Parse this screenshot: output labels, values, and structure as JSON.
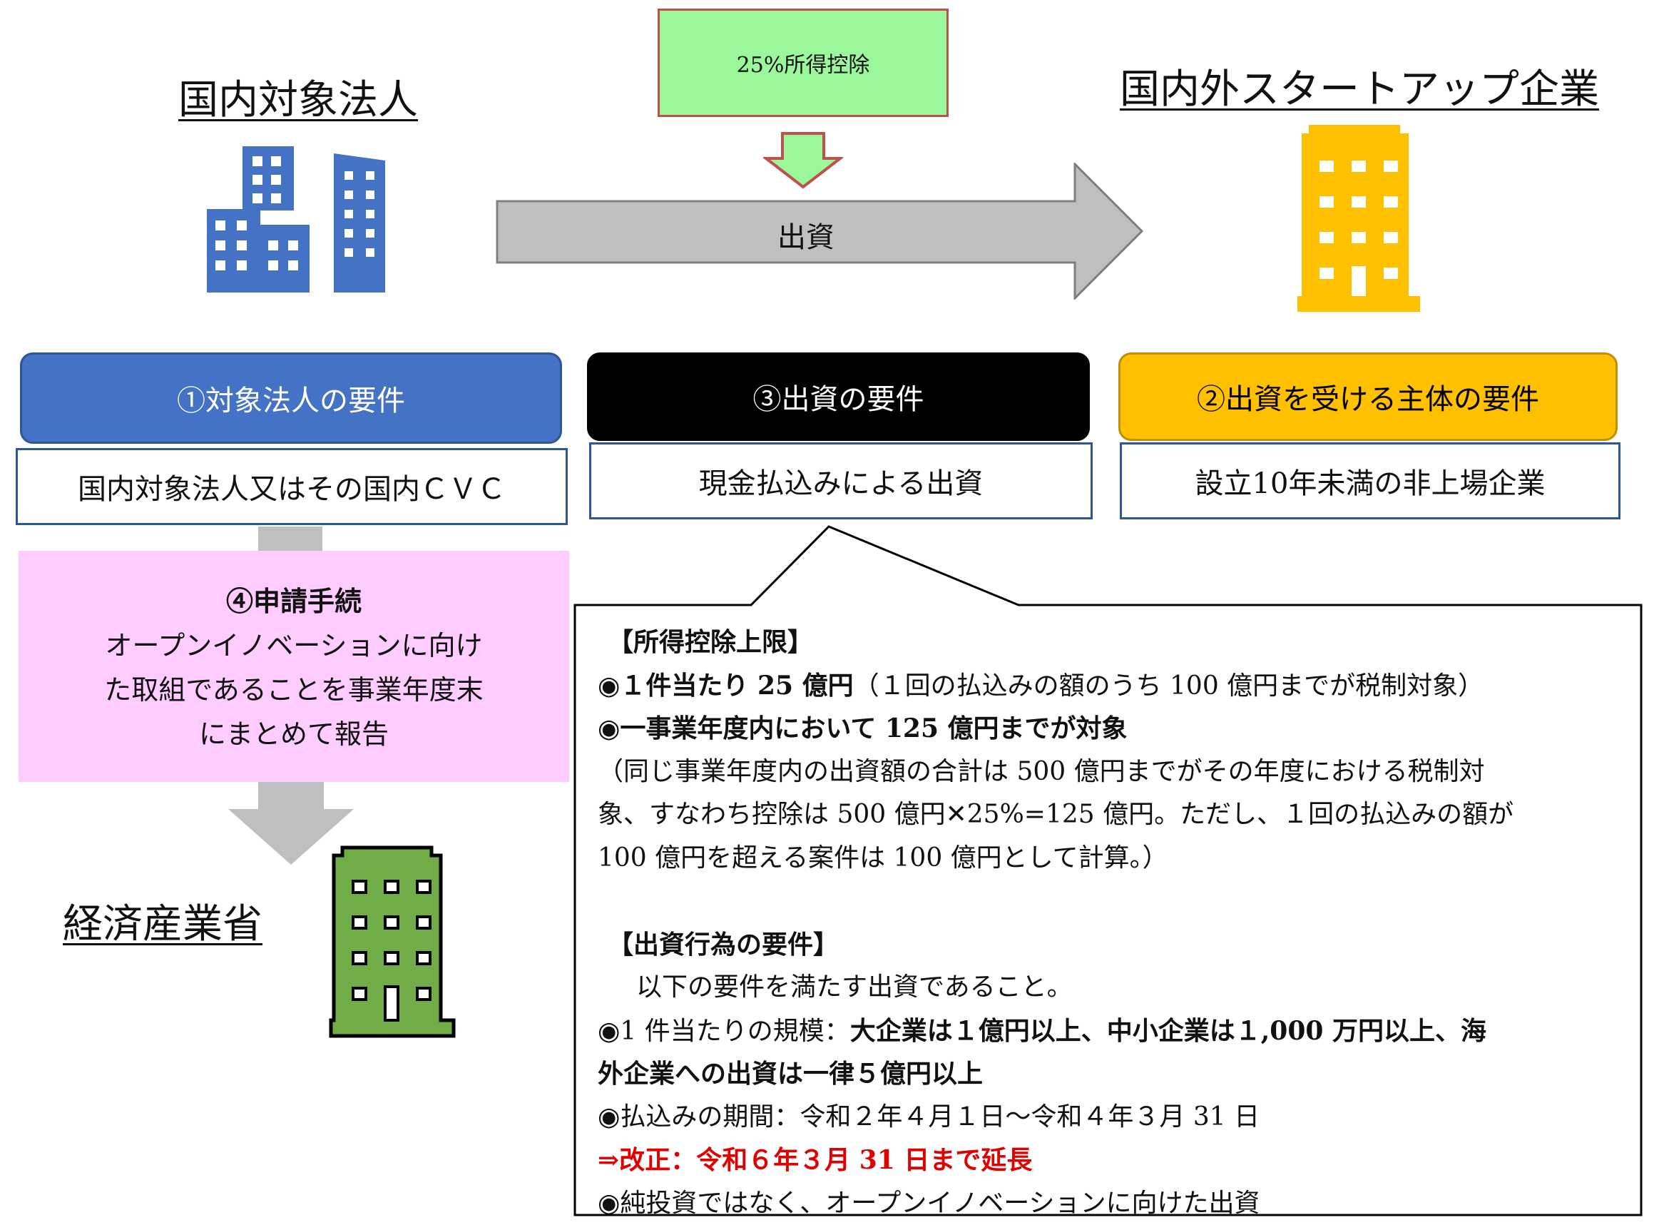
{
  "left_entity": {
    "title": "国内対象法人"
  },
  "right_entity": {
    "title": "国内外スタートアップ企業"
  },
  "ministry": {
    "title": "経済産業省"
  },
  "deduction_box": {
    "label": "25%所得控除"
  },
  "investment_arrow": {
    "label": "出資"
  },
  "requirements": [
    {
      "header": "①対象法人の要件",
      "body": "国内対象法人又はその国内ＣＶＣ",
      "color": "#4472c4",
      "text_color": "#ffffff"
    },
    {
      "header": "③出資の要件",
      "body": "現金払込みによる出資",
      "color": "#000000",
      "text_color": "#ffffff"
    },
    {
      "header": "②出資を受ける主体の要件",
      "body": "設立10年未満の非上場企業",
      "color": "#ffc000",
      "text_color": "#000000"
    }
  ],
  "procedure": {
    "title": "④申請手続",
    "lines": [
      "オープンイノベーションに向け",
      "た取組であることを事業年度末",
      "にまとめて報告"
    ],
    "color": "#ffccff"
  },
  "callout": {
    "section1_title": "【所得控除上限】",
    "s1_line1_bold": "◉１件当たり 25 億円",
    "s1_line1_rest": "（１回の払込みの額のうち 100 億円までが税制対象）",
    "s1_line2_bold": "◉一事業年度内において 125 億円までが対象",
    "s1_notes": [
      "（同じ事業年度内の出資額の合計は 500 億円までがその年度における税制対",
      "象、すなわち控除は 500 億円✕25%=125 億円。ただし、１回の払込みの額が",
      "100 億円を超える案件は 100 億円として計算。）"
    ],
    "section2_title": "【出資行為の要件】",
    "s2_intro": "以下の要件を満たす出資であること。",
    "s2_scale_prefix": "◉1 件当たりの規模：",
    "s2_scale_bold1": "大企業は１億円以上、中小企業は１,000 万円以上、海",
    "s2_scale_bold2": "外企業への出資は一律５億円以上",
    "s2_period": "◉払込みの期間：令和２年４月１日～令和４年３月 31 日",
    "s2_amendment": "⇒改正：令和６年３月 31 日まで延長",
    "s2_last": "◉純投資ではなく、オープンイノベーションに向けた出資"
  },
  "colors": {
    "left_building": "#4472c4",
    "right_building": "#ffc000",
    "ministry_building": "#70ad47",
    "arrow_gray": "#bfbfbf",
    "small_arrow_fill": "#9af89a",
    "small_arrow_stroke": "#c0504d"
  },
  "icons": [
    "office-buildings-icon",
    "startup-building-icon",
    "ministry-building-icon"
  ]
}
